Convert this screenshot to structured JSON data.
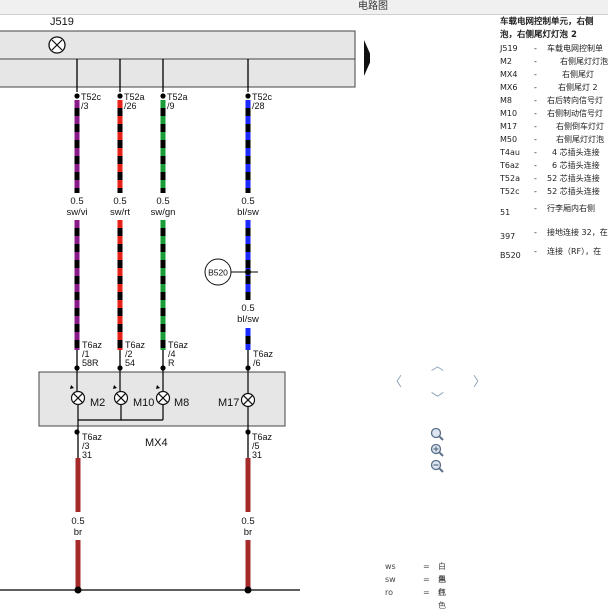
{
  "window": {
    "title": "电路图"
  },
  "diagram": {
    "control_unit": "J519",
    "component_box": "MX4",
    "connector_node": "B520",
    "wires": [
      {
        "top_conn": "T52c",
        "top_pin": "/3",
        "size": "0.5",
        "color": "sw/vi",
        "bot_conn": "T6az",
        "bot_pin": "/1",
        "bot_term": "58R"
      },
      {
        "top_conn": "T52a",
        "top_pin": "/26",
        "size": "0.5",
        "color": "sw/rt",
        "bot_conn": "T6az",
        "bot_pin": "/2",
        "bot_term": "54"
      },
      {
        "top_conn": "T52a",
        "top_pin": "/9",
        "size": "0.5",
        "color": "sw/gn",
        "bot_conn": "T6az",
        "bot_pin": "/4",
        "bot_term": "R"
      },
      {
        "top_conn": "T52c",
        "top_pin": "/28",
        "size": "0.5",
        "color": "bl/sw",
        "size2": "0.5",
        "color2": "bl/sw",
        "bot_conn": "T6az",
        "bot_pin": "/6",
        "bot_term": ""
      }
    ],
    "bulbs": [
      "M2",
      "M10",
      "M8",
      "M17"
    ],
    "ground_wires": [
      {
        "conn": "T6az",
        "pin": "/3",
        "term": "31",
        "size": "0.5",
        "color": "br"
      },
      {
        "conn": "T6az",
        "pin": "/5",
        "term": "31",
        "size": "0.5",
        "color": "br"
      }
    ],
    "wire_colors": {
      "purple": "#8b1a8b",
      "red": "#e8201a",
      "green": "#1a9e3a",
      "blue": "#1a2bff",
      "brown": "#a52a2a",
      "black": "#000000"
    }
  },
  "legend": {
    "title_line1": "车载电网控制单元，右侧",
    "title_line2": "泡，右侧尾灯灯泡 2",
    "items": [
      {
        "code": "J519",
        "desc": "车载电网控制单"
      },
      {
        "code": "M2",
        "desc": "右侧尾灯灯泡"
      },
      {
        "code": "MX4",
        "desc": "右侧尾灯"
      },
      {
        "code": "MX6",
        "desc": "右侧尾灯 2"
      },
      {
        "code": "M8",
        "desc": "右后转向信号灯"
      },
      {
        "code": "M10",
        "desc": "右侧制动信号灯"
      },
      {
        "code": "M17",
        "desc": "右侧倒车灯灯"
      },
      {
        "code": "M50",
        "desc": "右侧尾灯灯泡"
      },
      {
        "code": "T4au",
        "desc": "4 芯插头连接"
      },
      {
        "code": "T6az",
        "desc": "6 芯插头连接"
      },
      {
        "code": "T52a",
        "desc": "52 芯插头连接"
      },
      {
        "code": "T52c",
        "desc": "52 芯插头连接"
      },
      {
        "code": "51",
        "desc": "行李厢内右侧"
      },
      {
        "code": "397",
        "desc": "接地连接 32，在"
      },
      {
        "code": "B520",
        "desc": "连接（RF），在"
      }
    ]
  },
  "nav": {
    "up": "︿",
    "down": "﹀",
    "left": "〈",
    "right": "〉"
  },
  "color_codes": [
    {
      "abbr": "ws",
      "eq": "=",
      "name": "白色"
    },
    {
      "abbr": "sw",
      "eq": "=",
      "name": "黑色"
    },
    {
      "abbr": "ro",
      "eq": "=",
      "name": "红色"
    }
  ]
}
